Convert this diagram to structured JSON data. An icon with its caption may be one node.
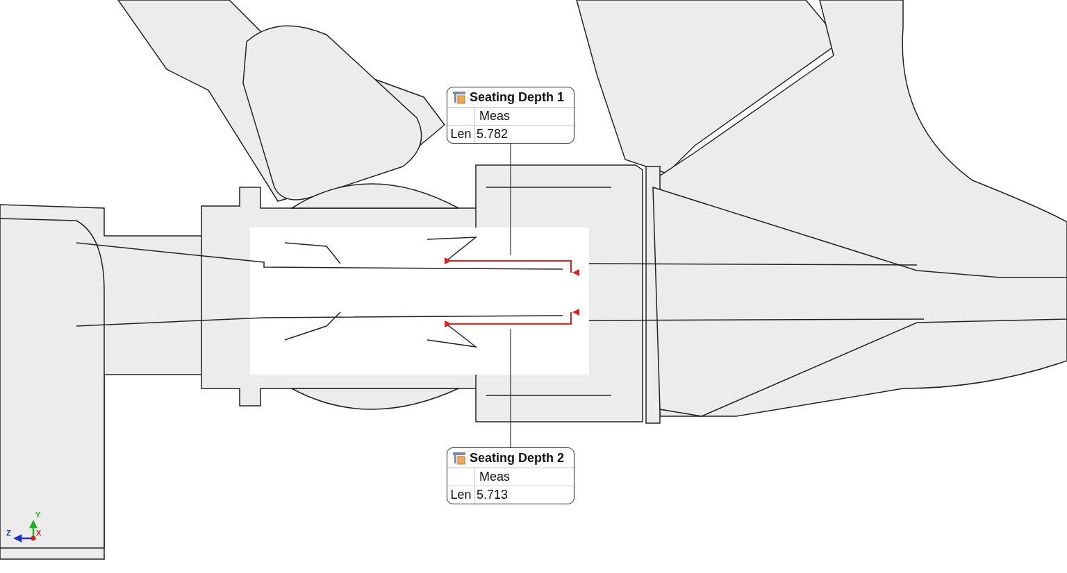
{
  "diagram": {
    "nodes": [
      {
        "text": [
          "Seating Depth 1",
          "Meas",
          "Len",
          "5.782"
        ]
      },
      {
        "text": [
          "Seating Depth 2",
          "Meas",
          "Len",
          "5.713"
        ]
      },
      {
        "text": [],
        "shape": "bar"
      },
      {
        "text": [],
        "shape": "bar"
      }
    ],
    "edges": [
      {
        "from": 0,
        "to": 2,
        "arrow": "none"
      },
      {
        "from": 1,
        "to": 3,
        "arrow": "none"
      }
    ],
    "labels": [
      "Y",
      "Z",
      "X"
    ]
  }
}
